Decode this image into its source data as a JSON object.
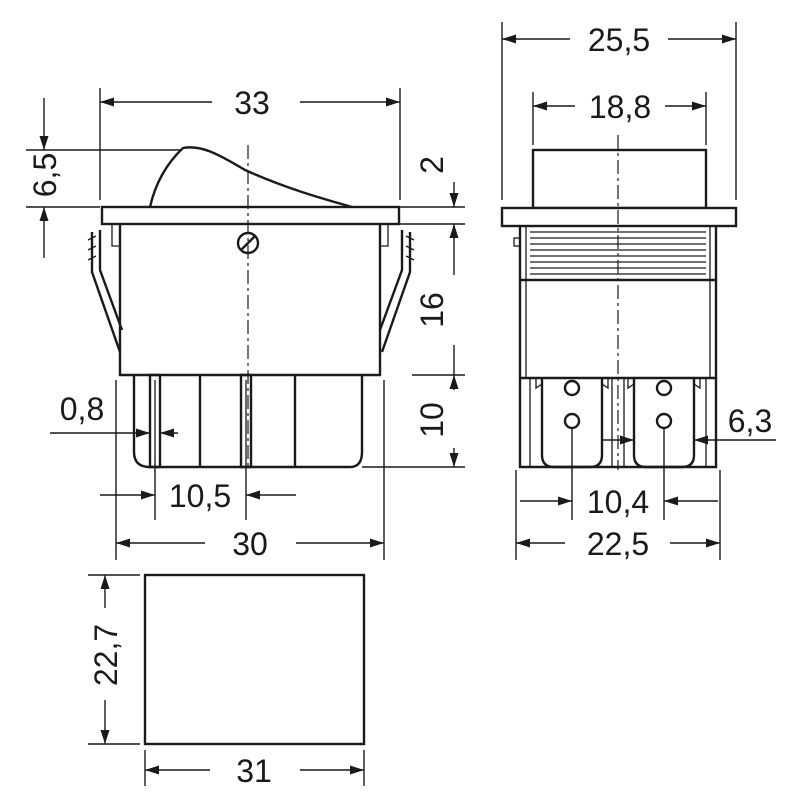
{
  "front_view": {
    "width_total": "33",
    "rocker_height": "6,5",
    "flange_thickness": "2",
    "body_height": "16",
    "terminal_length": "10",
    "terminal_thickness": "0,8",
    "terminal_pitch": "10,5",
    "body_width": "30"
  },
  "side_view": {
    "flange_width": "25,5",
    "rocker_width": "18,8",
    "terminal_width": "6,3",
    "terminal_pitch": "10,4",
    "body_width": "22,5"
  },
  "panel_cutout": {
    "height": "22,7",
    "width": "31"
  }
}
